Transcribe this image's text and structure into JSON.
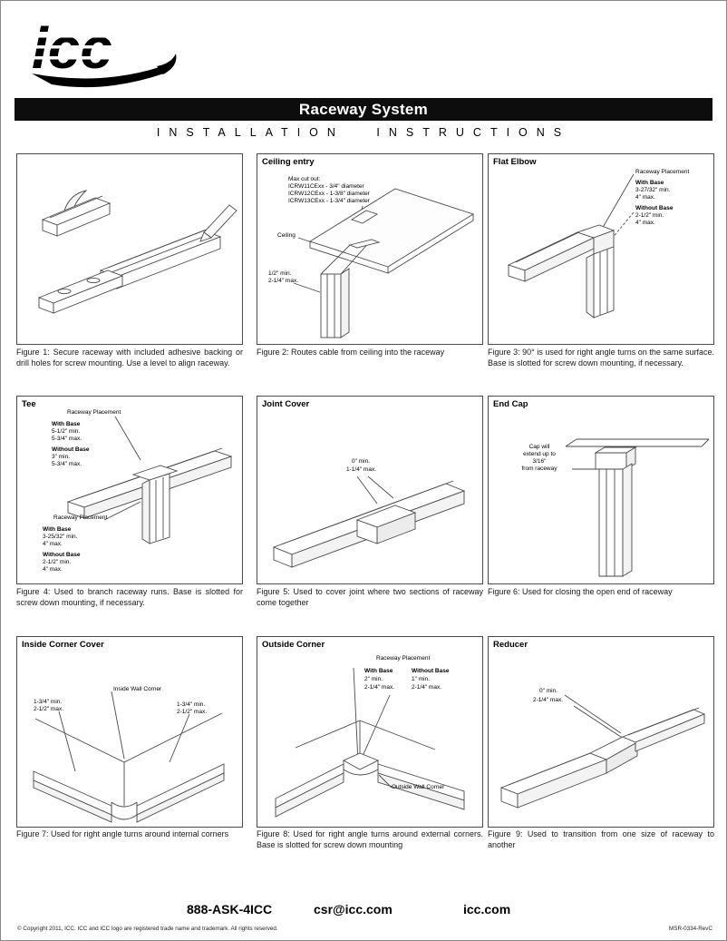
{
  "logo": {
    "text": "icc"
  },
  "header": {
    "title": "Raceway System",
    "subtitle": "INSTALLATION INSTRUCTIONS"
  },
  "figures": [
    {
      "title": "",
      "caption": "Figure 1: Secure raceway with included adhesive backing or drill holes for screw mounting. Use a level to align raceway."
    },
    {
      "title": "Ceiling entry",
      "caption": "Figure 2: Routes cable from ceiling into the raceway",
      "labels": {
        "max_cut_out": "Max cut out:",
        "size1": "ICRW11CExx - 3/4\" diameter",
        "size2": "ICRW12CExx - 1-3/8\" diameter",
        "size3": "ICRW13CExx - 1-3/4\" diameter",
        "ceiling": "Ceiling",
        "min": "1/2\" min.",
        "max": "2-1/4\" max."
      }
    },
    {
      "title": "Flat Elbow",
      "caption": "Figure 3: 90° is used for right angle turns on the same surface. Base is slotted for screw down mounting, if necessary.",
      "labels": {
        "placement": "Raceway Placement",
        "with_base": "With Base",
        "with_min": "3-27/32\" min.",
        "with_max": "4\" max.",
        "without_base": "Without Base",
        "without_min": "2-1/2\" min.",
        "without_max": "4\" max."
      }
    },
    {
      "title": "Tee",
      "caption": "Figure 4: Used to branch raceway runs. Base is slotted for screw down mounting, if necessary.",
      "labels": {
        "placement_top": "Raceway Placement",
        "top_with_base": "With Base",
        "top_with_min": "5-1/2\" min.",
        "top_with_max": "5-3/4\" max.",
        "top_without_base": "Without Base",
        "top_without_min": "3\" min.",
        "top_without_max": "5-3/4\" max.",
        "placement_bottom": "Raceway Placement",
        "bottom_with_base": "With Base",
        "bottom_with_min": "3-25/32\" min.",
        "bottom_with_max": "4\" max.",
        "bottom_without_base": "Without Base",
        "bottom_without_min": "2-1/2\" min.",
        "bottom_without_max": "4\" max."
      }
    },
    {
      "title": "Joint Cover",
      "caption": "Figure 5: Used to cover joint where two sections of raceway come together",
      "labels": {
        "min": "0\" min.",
        "max": "1-1/4\" max."
      }
    },
    {
      "title": "End Cap",
      "caption": "Figure 6: Used for closing the open end of raceway",
      "labels": {
        "cap_line1": "Cap will",
        "cap_line2": "extend up to",
        "cap_line3": "3/16\"",
        "cap_line4": "from raceway"
      }
    },
    {
      "title": "Inside Corner Cover",
      "caption": "Figure 7: Used for right angle turns around internal corners",
      "labels": {
        "corner": "Inside Wall Corner",
        "left_min": "1-3/4\" min.",
        "left_max": "2-1/2\" max.",
        "right_min": "1-3/4\" min.",
        "right_max": "2-1/2\" max."
      }
    },
    {
      "title": "Outside Corner",
      "caption": "Figure 8: Used for right angle turns around external corners. Base is slotted for screw down mounting",
      "labels": {
        "placement": "Raceway Placement",
        "with_base": "With Base",
        "with_min": "2\" min.",
        "with_max": "2-1/4\" max.",
        "without_base": "Without Base",
        "without_min": "1\" min.",
        "without_max": "2-1/4\" max.",
        "corner": "Outside Wall Corner"
      }
    },
    {
      "title": "Reducer",
      "caption": "Figure 9: Used to transition from one size of raceway to another",
      "labels": {
        "min": "0\" min.",
        "max": "2-1/4\" max."
      }
    }
  ],
  "footer": {
    "phone": "888-ASK-4ICC",
    "email": "csr@icc.com",
    "website": "icc.com",
    "copyright": "© Copyright 2011, ICC. ICC and ICC logo are registered trade name and trademark. All rights reserved.",
    "document_number": "MSR-0334-RevC"
  }
}
